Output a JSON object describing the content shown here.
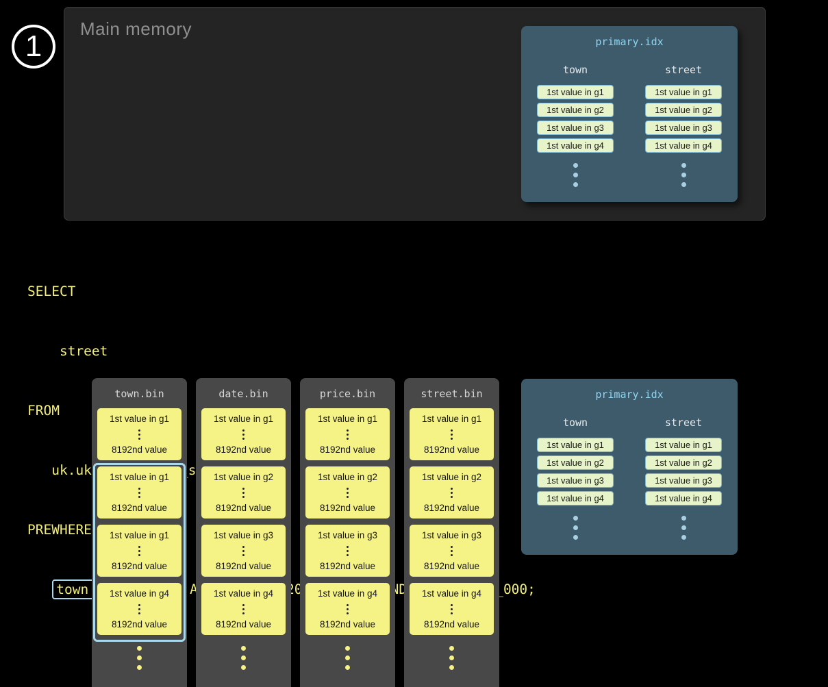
{
  "step": {
    "number": "1"
  },
  "main_memory": {
    "title": "Main memory"
  },
  "primary_index": {
    "title": "primary.idx",
    "columns": [
      {
        "name": "town",
        "cells": [
          "1st value in g1",
          "1st value in g2",
          "1st value in g3",
          "1st value in g4"
        ]
      },
      {
        "name": "street",
        "cells": [
          "1st value in g1",
          "1st value in g2",
          "1st value in g3",
          "1st value in g4"
        ]
      }
    ]
  },
  "sql": {
    "line1": "SELECT",
    "line2": "    street",
    "line3": "FROM",
    "line4": "   uk.uk_price_paid_simple",
    "line5": "PREWHERE",
    "line6_prefix": "   ",
    "line6_highlight": "town = 'LONDON'",
    "line6_rest": " AND date > '2024-12-31' AND price < 10_000;"
  },
  "bin_files": [
    {
      "title": "town.bin",
      "selected_blocks": [
        2,
        3,
        4
      ],
      "blocks": [
        {
          "first": "1st value in g1",
          "last": "8192nd value"
        },
        {
          "first": "1st value in g1",
          "last": "8192nd value"
        },
        {
          "first": "1st value in g1",
          "last": "8192nd value"
        },
        {
          "first": "1st value in g4",
          "last": "8192nd value"
        }
      ]
    },
    {
      "title": "date.bin",
      "blocks": [
        {
          "first": "1st value in g1",
          "last": "8192nd value"
        },
        {
          "first": "1st value in g2",
          "last": "8192nd value"
        },
        {
          "first": "1st value in g3",
          "last": "8192nd value"
        },
        {
          "first": "1st value in g4",
          "last": "8192nd value"
        }
      ]
    },
    {
      "title": "price.bin",
      "blocks": [
        {
          "first": "1st value in g1",
          "last": "8192nd value"
        },
        {
          "first": "1st value in g2",
          "last": "8192nd value"
        },
        {
          "first": "1st value in g3",
          "last": "8192nd value"
        },
        {
          "first": "1st value in g4",
          "last": "8192nd value"
        }
      ]
    },
    {
      "title": "street.bin",
      "blocks": [
        {
          "first": "1st value in g1",
          "last": "8192nd value"
        },
        {
          "first": "1st value in g2",
          "last": "8192nd value"
        },
        {
          "first": "1st value in g3",
          "last": "8192nd value"
        },
        {
          "first": "1st value in g4",
          "last": "8192nd value"
        }
      ]
    }
  ],
  "colors": {
    "highlight_blue": "#a9d7eb",
    "granule_yellow": "#f5f286",
    "index_box_bg": "#3e5b6c",
    "index_cell_bg": "#e7f3c8",
    "sql_yellow": "#f1ed7a"
  }
}
